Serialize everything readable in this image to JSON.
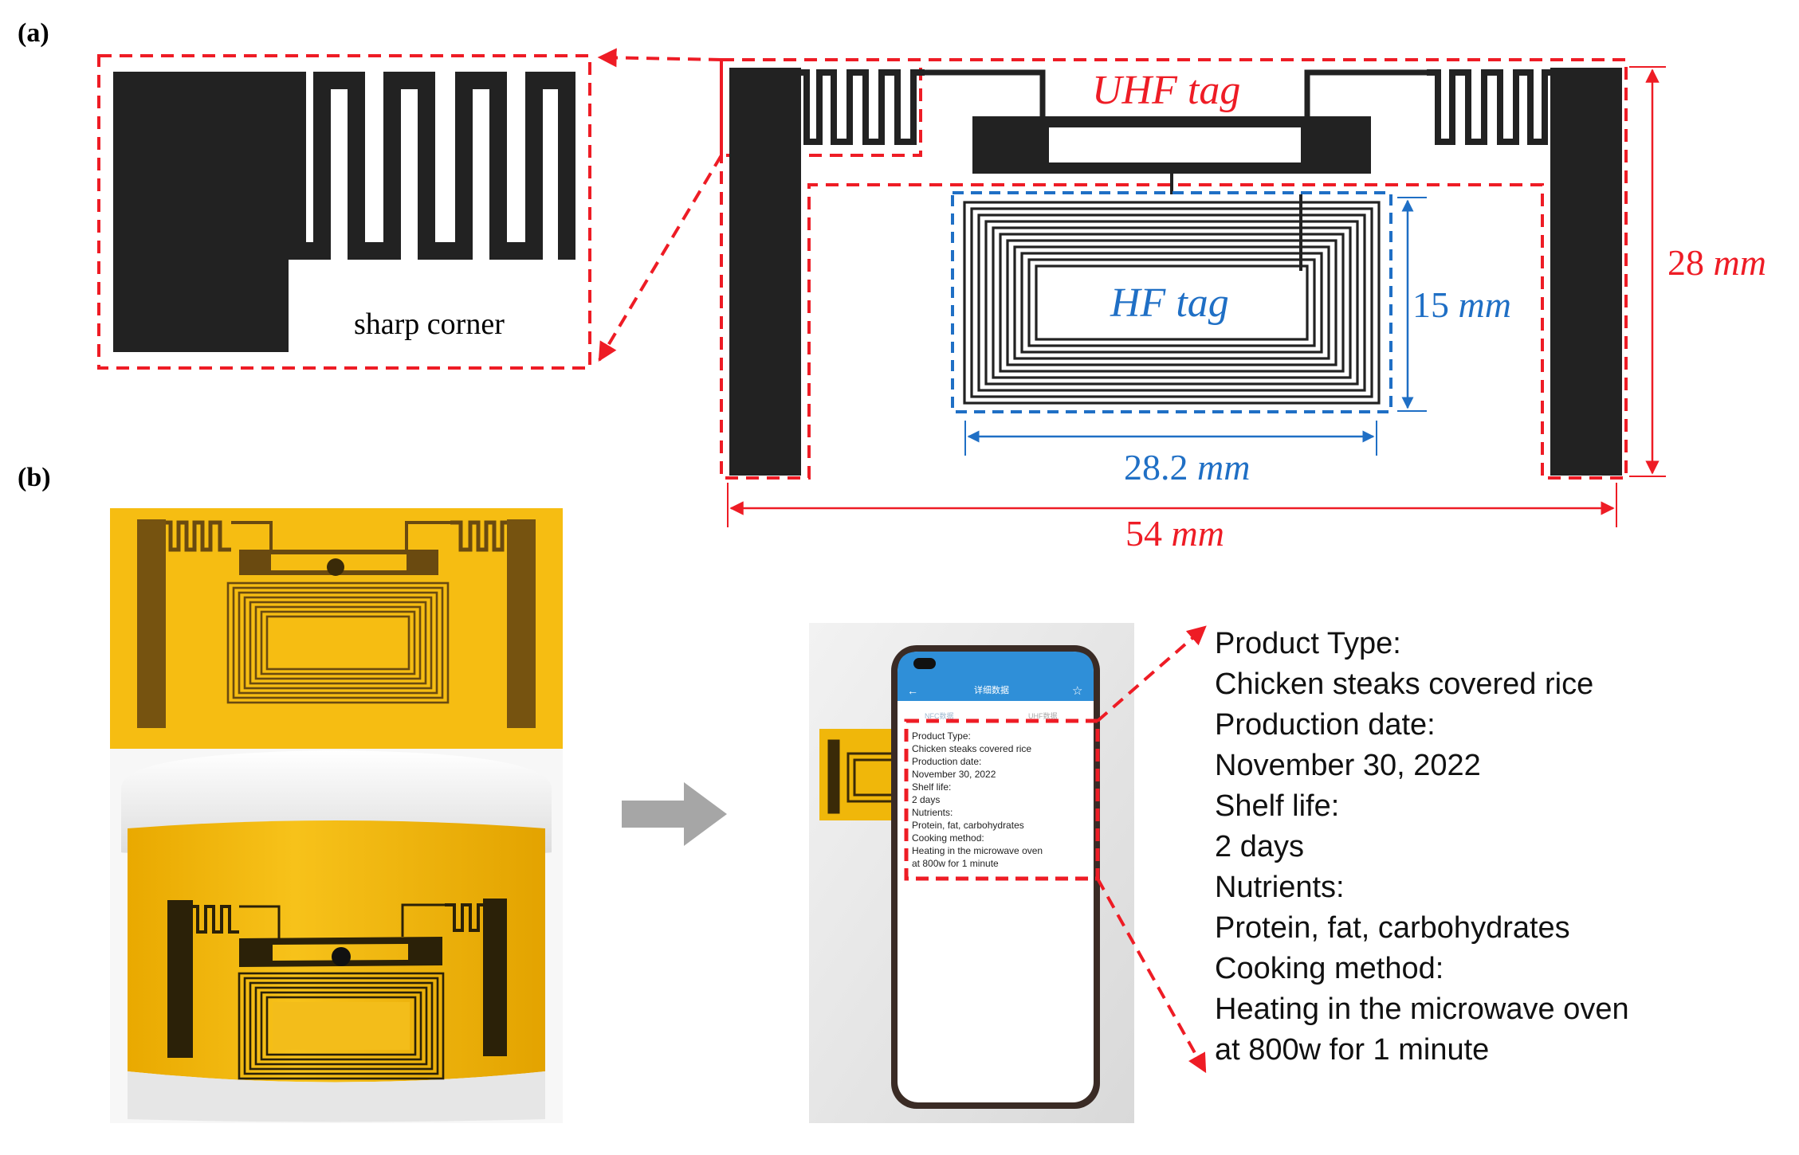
{
  "panel_labels": {
    "a": "(a)",
    "b": "(b)"
  },
  "layout_a": {
    "zoom_annotation": "sharp corner",
    "uhf_label": "UHF tag",
    "hf_label": "HF tag",
    "dim_hf_height": {
      "value": "15",
      "unit": "mm"
    },
    "dim_hf_width": {
      "value": "28.2",
      "unit": "mm"
    },
    "dim_total_height": {
      "value": "28",
      "unit": "mm"
    },
    "dim_total_width": {
      "value": "54",
      "unit": "mm"
    }
  },
  "phone_screen": {
    "app_title": "详细数据",
    "tab_left": "NFC数据",
    "tab_right": "UHF数据",
    "lines": [
      "Product Type:",
      "Chicken steaks covered rice",
      "Production date:",
      "November 30, 2022",
      "Shelf life:",
      "2 days",
      "Nutrients:",
      "Protein, fat, carbohydrates",
      "Cooking method:",
      "Heating in the microwave oven",
      "at 800w for 1 minute"
    ]
  },
  "callout_lines": [
    "Product Type:",
    "Chicken steaks covered rice",
    "Production date:",
    "November 30, 2022",
    "Shelf life:",
    "2 days",
    "Nutrients:",
    "Protein, fat, carbohydrates",
    "Cooking method:",
    "Heating in the microwave oven",
    "at 800w for 1 minute"
  ],
  "colors": {
    "annotation_red": "#ee1c25",
    "annotation_blue": "#1f6fc5",
    "antenna_black": "#222222",
    "tag_yellow": "#f5b800",
    "arrow_gray": "#a6a6a6"
  },
  "icons": [
    "back-arrow-icon",
    "star-icon",
    "right-arrow-icon"
  ]
}
